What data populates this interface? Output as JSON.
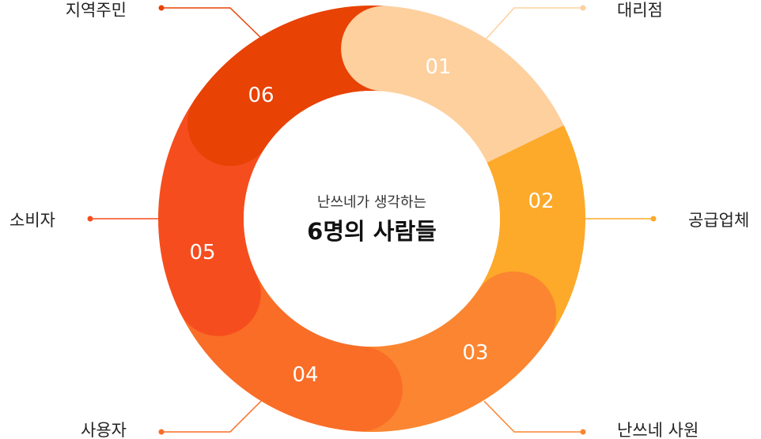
{
  "center": {
    "subtitle": "난쓰네가 생각하는",
    "title": "6명의 사람들"
  },
  "segments": [
    {
      "number": "01",
      "label": "대리점",
      "color": "#FDD09E"
    },
    {
      "number": "02",
      "label": "공급업체",
      "color": "#FDA92A"
    },
    {
      "number": "03",
      "label": "난쓰네 사원",
      "color": "#FB8530"
    },
    {
      "number": "04",
      "label": "사용자",
      "color": "#F96D27"
    },
    {
      "number": "05",
      "label": "소비자",
      "color": "#F64D1E"
    },
    {
      "number": "06",
      "label": "지역주민",
      "color": "#E84204"
    }
  ]
}
